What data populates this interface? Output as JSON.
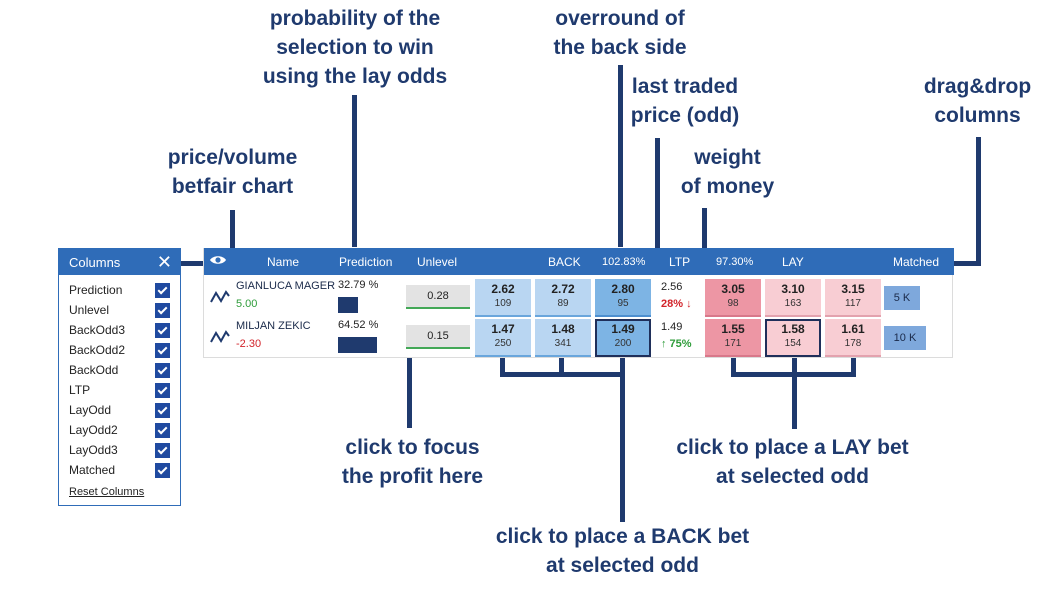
{
  "annotations": {
    "probability": [
      "probability of the",
      "selection to win",
      "using the lay odds"
    ],
    "overround": [
      "overround of",
      "the back side"
    ],
    "ltp": [
      "last traded",
      "price (odd)"
    ],
    "dragdrop": [
      "drag&drop",
      "columns"
    ],
    "chart": [
      "price/volume",
      "betfair chart"
    ],
    "weight": [
      "weight",
      "of money"
    ],
    "focus": [
      "click to focus",
      "the profit here"
    ],
    "lay_bet": [
      "click to place a LAY bet",
      "at selected odd"
    ],
    "back_bet": [
      "click to place a BACK bet",
      "at selected odd"
    ]
  },
  "columns_panel": {
    "title": "Columns",
    "items": [
      "Prediction",
      "Unlevel",
      "BackOdd3",
      "BackOdd2",
      "BackOdd",
      "LTP",
      "LayOdd",
      "LayOdd2",
      "LayOdd3",
      "Matched"
    ],
    "reset_label": "Reset Columns"
  },
  "grid_header": {
    "name": "Name",
    "prediction": "Prediction",
    "unlevel": "Unlevel",
    "back": "BACK",
    "back_overround": "102.83%",
    "ltp": "LTP",
    "lay_overround": "97.30%",
    "lay": "LAY",
    "matched": "Matched"
  },
  "rows": [
    {
      "name": "GIANLUCA MAGER",
      "pnl": "5.00",
      "prediction": "32.79 %",
      "prediction_value": 0.3279,
      "unlevel": "0.28",
      "back": [
        {
          "odd": "2.62",
          "vol": "109"
        },
        {
          "odd": "2.72",
          "vol": "89"
        },
        {
          "odd": "2.80",
          "vol": "95"
        }
      ],
      "ltp": "2.56",
      "weight": "28% ↓",
      "lay": [
        {
          "odd": "3.05",
          "vol": "98"
        },
        {
          "odd": "3.10",
          "vol": "163"
        },
        {
          "odd": "3.15",
          "vol": "117"
        }
      ],
      "matched": "5 K"
    },
    {
      "name": "MILJAN ZEKIC",
      "pnl": "-2.30",
      "prediction": "64.52 %",
      "prediction_value": 0.6452,
      "unlevel": "0.15",
      "back": [
        {
          "odd": "1.47",
          "vol": "250"
        },
        {
          "odd": "1.48",
          "vol": "341"
        },
        {
          "odd": "1.49",
          "vol": "200"
        }
      ],
      "ltp": "1.49",
      "weight": "↑ 75%",
      "lay": [
        {
          "odd": "1.55",
          "vol": "171"
        },
        {
          "odd": "1.58",
          "vol": "154"
        },
        {
          "odd": "1.61",
          "vol": "178"
        }
      ],
      "matched": "10 K"
    }
  ]
}
